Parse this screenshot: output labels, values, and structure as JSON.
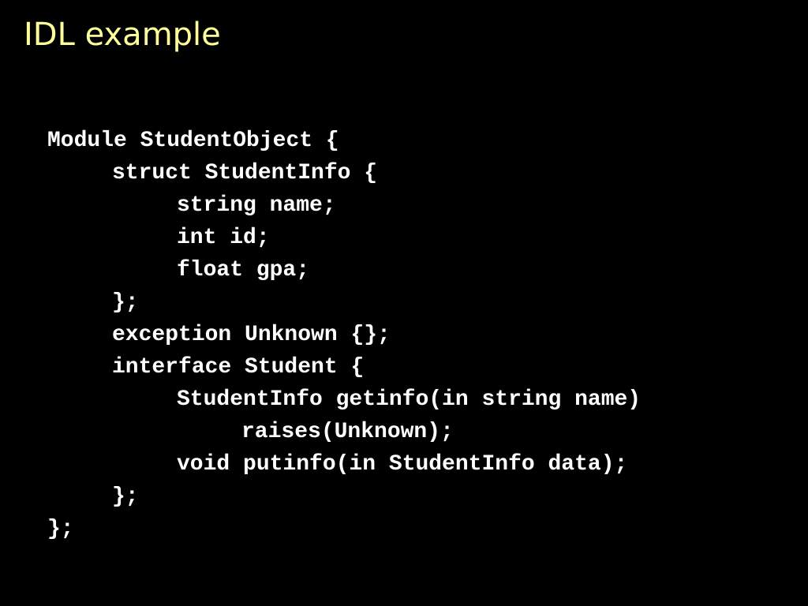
{
  "slide": {
    "title": "IDL example",
    "code_lines": [
      "Module StudentObject {",
      "struct StudentInfo {",
      "string name;",
      "int id;",
      "float gpa;",
      "};",
      "exception Unknown {};",
      "interface Student {",
      "StudentInfo getinfo(in string name)",
      "raises(Unknown);",
      "void putinfo(in StudentInfo data);",
      "};",
      "};"
    ]
  },
  "colors": {
    "background": "#000000",
    "title": "#ffff99",
    "code": "#ffffff"
  }
}
